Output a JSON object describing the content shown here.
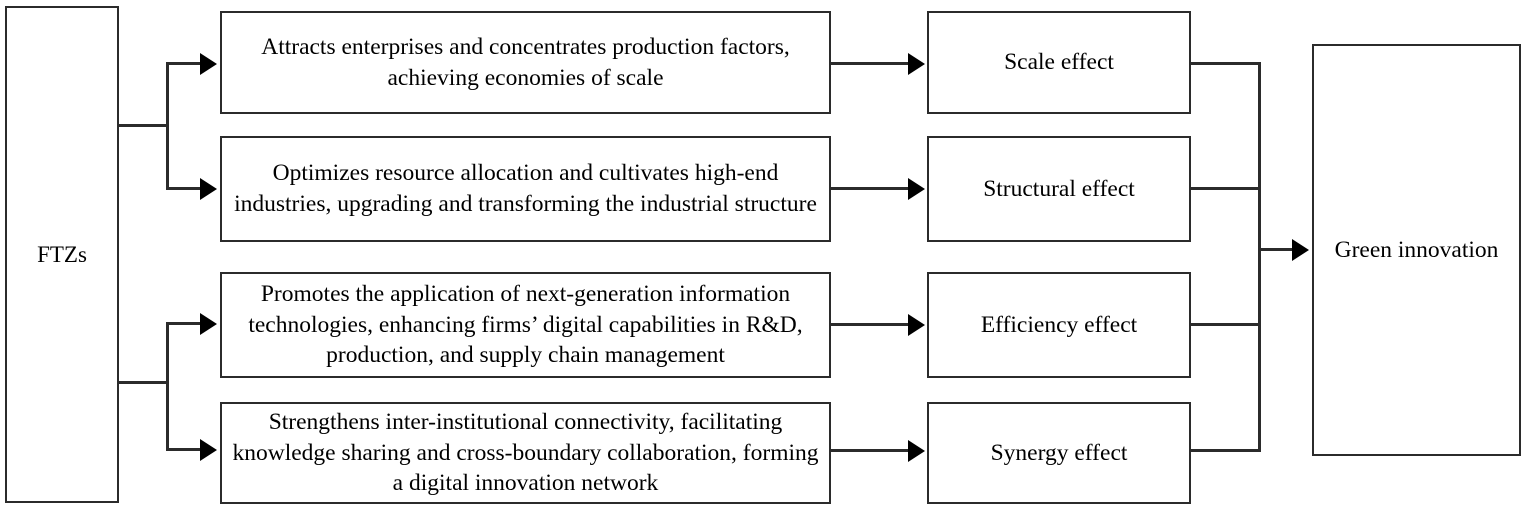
{
  "diagram": {
    "title_text": "",
    "source_node": {
      "label": "FTZs"
    },
    "mechanisms": [
      {
        "label": "Attracts enterprises and concentrates production factors, achieving economies of scale"
      },
      {
        "label": "Optimizes resource allocation and cultivates high-end industries, upgrading and transforming the industrial structure"
      },
      {
        "label": "Promotes the application of next-generation information technologies, enhancing firms’ digital capabilities in R&D, production, and supply chain management"
      },
      {
        "label": "Strengthens inter-institutional connectivity, facilitating knowledge sharing and cross-boundary collaboration, forming a digital innovation network"
      }
    ],
    "effects": [
      {
        "label": "Scale effect"
      },
      {
        "label": "Structural effect"
      },
      {
        "label": "Efficiency effect"
      },
      {
        "label": "Synergy effect"
      }
    ],
    "outcome_node": {
      "label": "Green innovation"
    },
    "colors": {
      "background": "#ffffff",
      "box_border": "#2b2b2b",
      "connector": "#2b2b2b",
      "arrowhead": "#000000",
      "text": "#000000"
    }
  }
}
